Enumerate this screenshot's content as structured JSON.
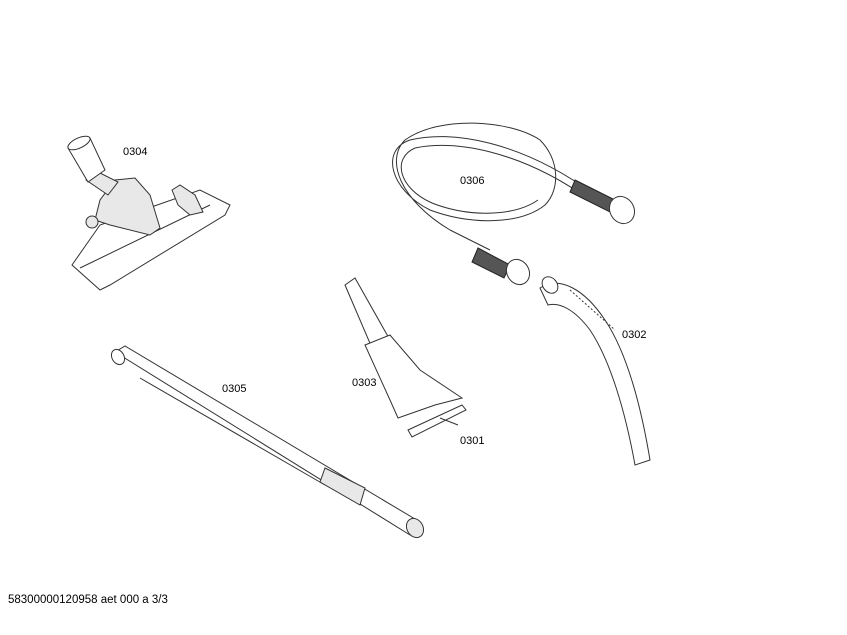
{
  "parts": [
    {
      "id": "0304",
      "name": "floor-nozzle"
    },
    {
      "id": "0306",
      "name": "suction-hose"
    },
    {
      "id": "0302",
      "name": "hose-handle"
    },
    {
      "id": "0305",
      "name": "telescopic-tube"
    },
    {
      "id": "0303",
      "name": "upholstery-nozzle"
    },
    {
      "id": "0301",
      "name": "nozzle-strip"
    }
  ],
  "footer": "58300000120958 aet 000 a 3/3"
}
